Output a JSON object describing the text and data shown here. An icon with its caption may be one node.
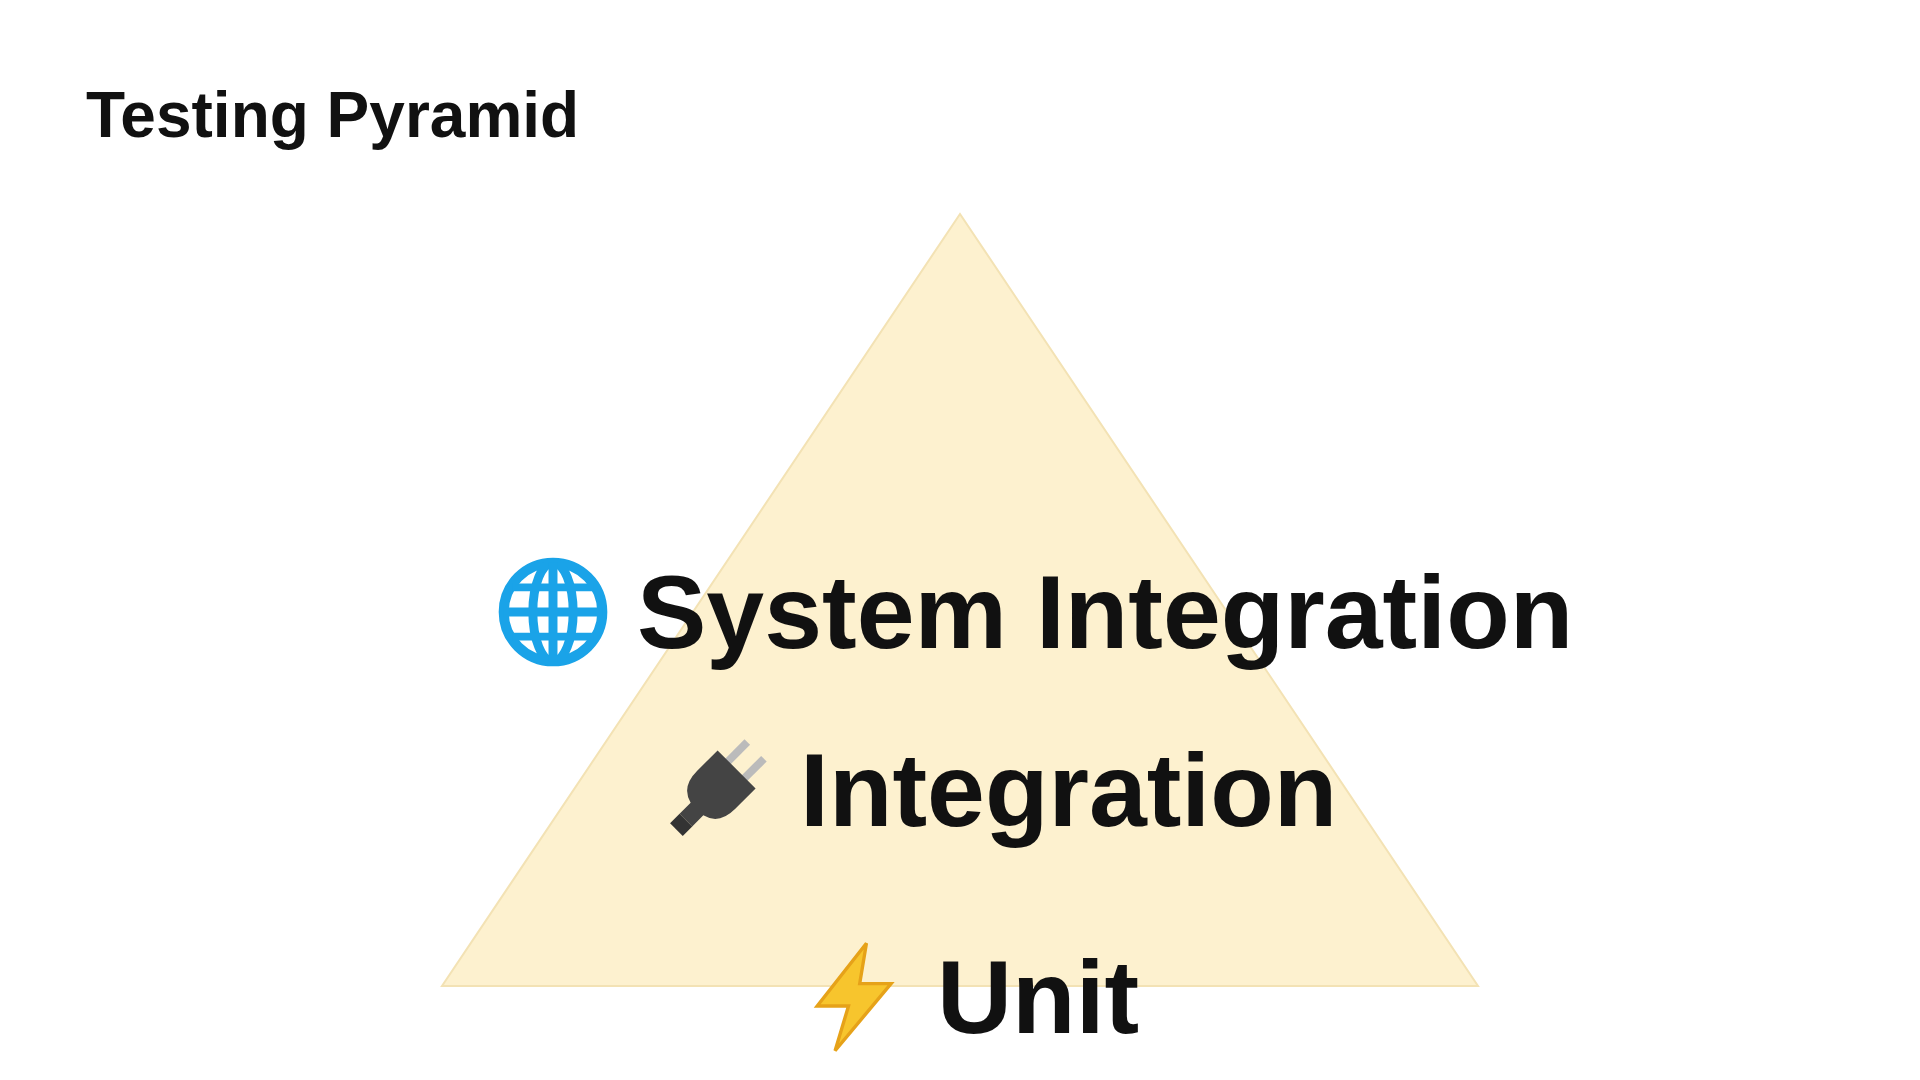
{
  "diagram": {
    "title": "Testing Pyramid",
    "nodes": [
      {
        "text": [
          "System Integration",
          "Integration",
          "Unit"
        ]
      }
    ]
  }
}
